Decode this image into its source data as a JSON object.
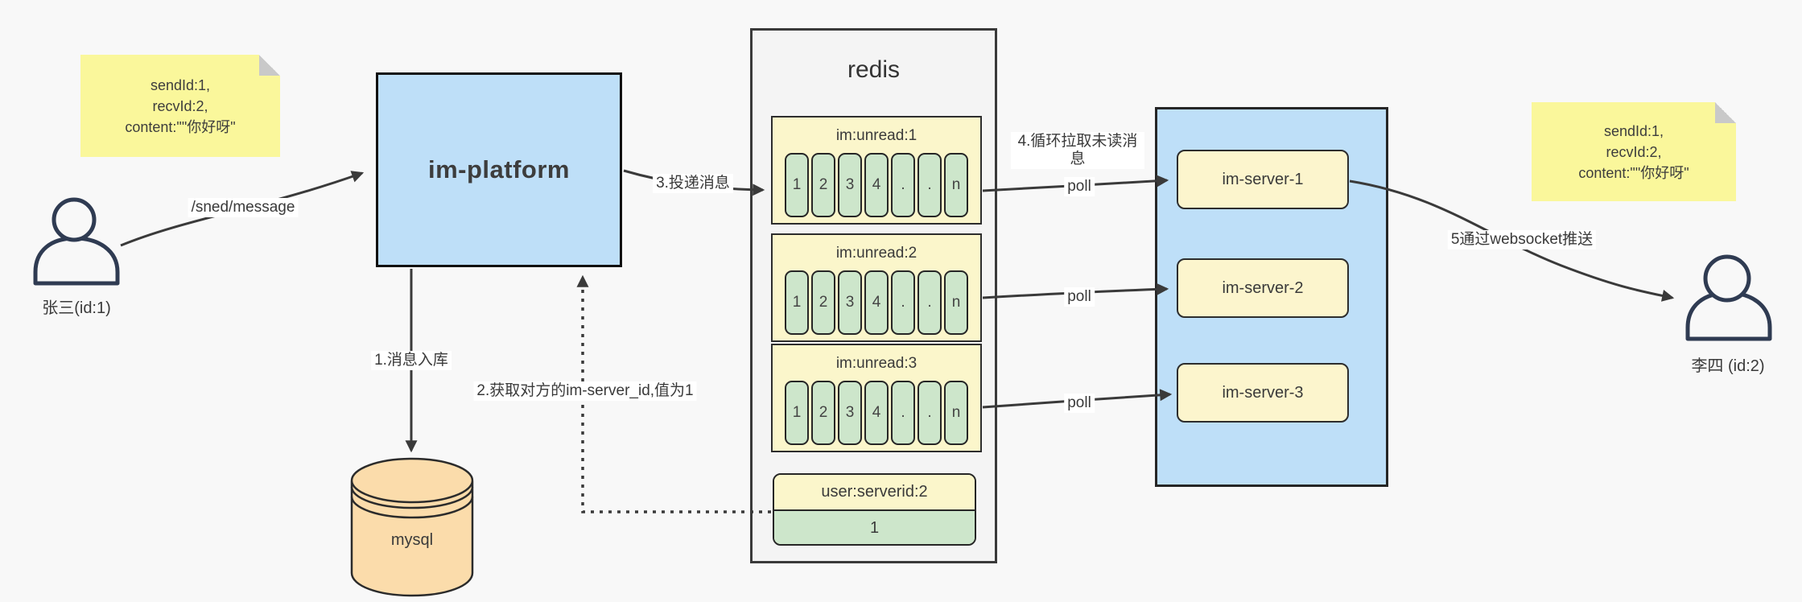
{
  "actors": {
    "sender": {
      "label": "张三(id:1)"
    },
    "receiver": {
      "label": "李四 (id:2)"
    }
  },
  "notes": {
    "sender_payload": {
      "line1": "sendId:1,",
      "line2": "recvId:2,",
      "line3": "content:\"\"你好呀\""
    },
    "receiver_payload": {
      "line1": "sendId:1,",
      "line2": "recvId:2,",
      "line3": "content:\"\"你好呀\""
    }
  },
  "platform": {
    "label": "im-platform"
  },
  "database": {
    "label": "mysql"
  },
  "redis": {
    "title": "redis",
    "queues": [
      {
        "title": "im:unread:1",
        "cells": [
          "1",
          "2",
          "3",
          "4",
          ".",
          ".",
          "n"
        ]
      },
      {
        "title": "im:unread:2",
        "cells": [
          "1",
          "2",
          "3",
          "4",
          ".",
          ".",
          "n"
        ]
      },
      {
        "title": "im:unread:3",
        "cells": [
          "1",
          "2",
          "3",
          "4",
          ".",
          ".",
          "n"
        ]
      }
    ],
    "mapping": {
      "title": "user:serverid:2",
      "value": "1"
    }
  },
  "server_cluster": {
    "servers": [
      {
        "label": "im-server-1"
      },
      {
        "label": "im-server-2"
      },
      {
        "label": "im-server-3"
      }
    ]
  },
  "edge_labels": {
    "send_api": "/sned/message",
    "step1": "1.消息入库",
    "step2": "2.获取对方的im-server_id,值为1",
    "step3": "3.投递消息",
    "step4": "4.循环拉取未读消息",
    "poll1": "poll",
    "poll2": "poll",
    "poll3": "poll",
    "step5": "5通过websocket推送"
  },
  "colors": {
    "canvas_bg": "#f8f8f8",
    "container_bg": "#f4f4f4",
    "blue_fill": "#bedff8",
    "note_yellow": "#faf79b",
    "panel_yellow": "#fbf6cb",
    "cell_green": "#cde6cb",
    "db_orange": "#fbdcab",
    "line": "#3a3a3a",
    "person": "#2f3b52"
  }
}
